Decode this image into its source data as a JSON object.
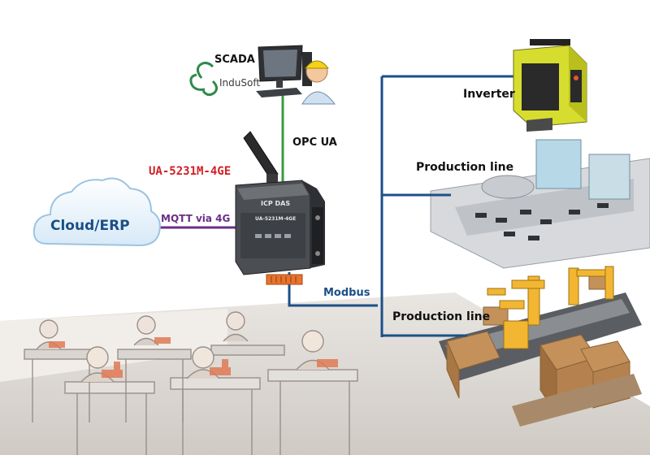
{
  "scada": {
    "label": "SCADA",
    "logo_text": "InduSoft"
  },
  "device": {
    "name": "UA-5231M-4GE",
    "brand": "ICP DAS",
    "model_plate": "UA-5231M-4GE"
  },
  "cloud": {
    "label": "Cloud/ERP"
  },
  "links": {
    "opc": "OPC UA",
    "mqtt": "MQTT via 4G",
    "modbus": "Modbus"
  },
  "targets": {
    "inverter": "Inverter",
    "line1": "Production line",
    "line2": "Production line"
  },
  "colors": {
    "device_label": "#d01f25",
    "mqtt_line": "#6a2f86",
    "modbus_line": "#1c4f88",
    "opc_line": "#3c9a3c",
    "cloud_text": "#1a4f86"
  }
}
